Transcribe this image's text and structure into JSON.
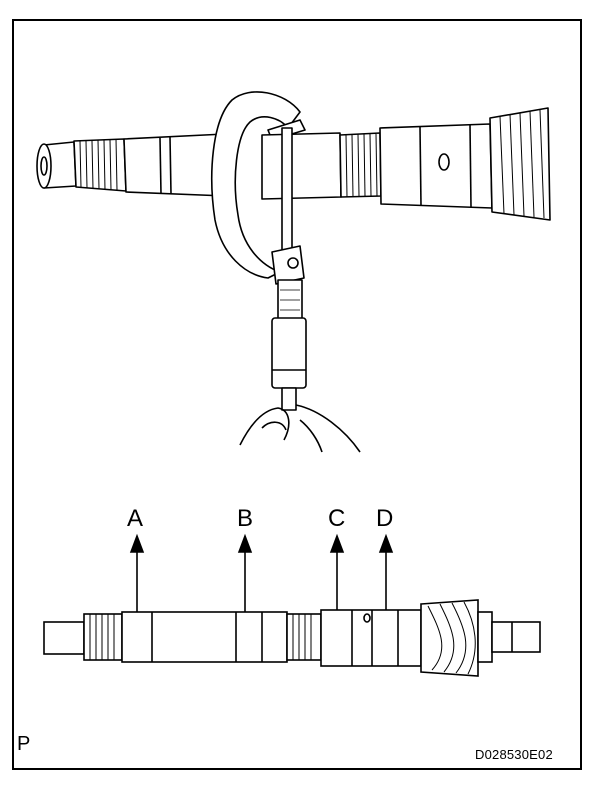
{
  "figure": {
    "callouts": [
      "A",
      "B",
      "C",
      "D"
    ],
    "corner_letter": "P",
    "figure_code": "D028530E02"
  }
}
